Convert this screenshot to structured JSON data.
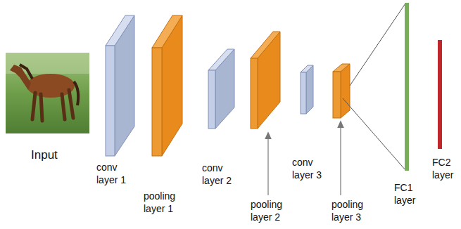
{
  "diagram": {
    "labels": [
      "Input",
      "conv layer 1",
      "pooling layer 1",
      "conv layer 2",
      "pooling layer 2",
      "conv layer 3",
      "pooling layer 3",
      "FC1 layer",
      "FC2 layer"
    ]
  }
}
